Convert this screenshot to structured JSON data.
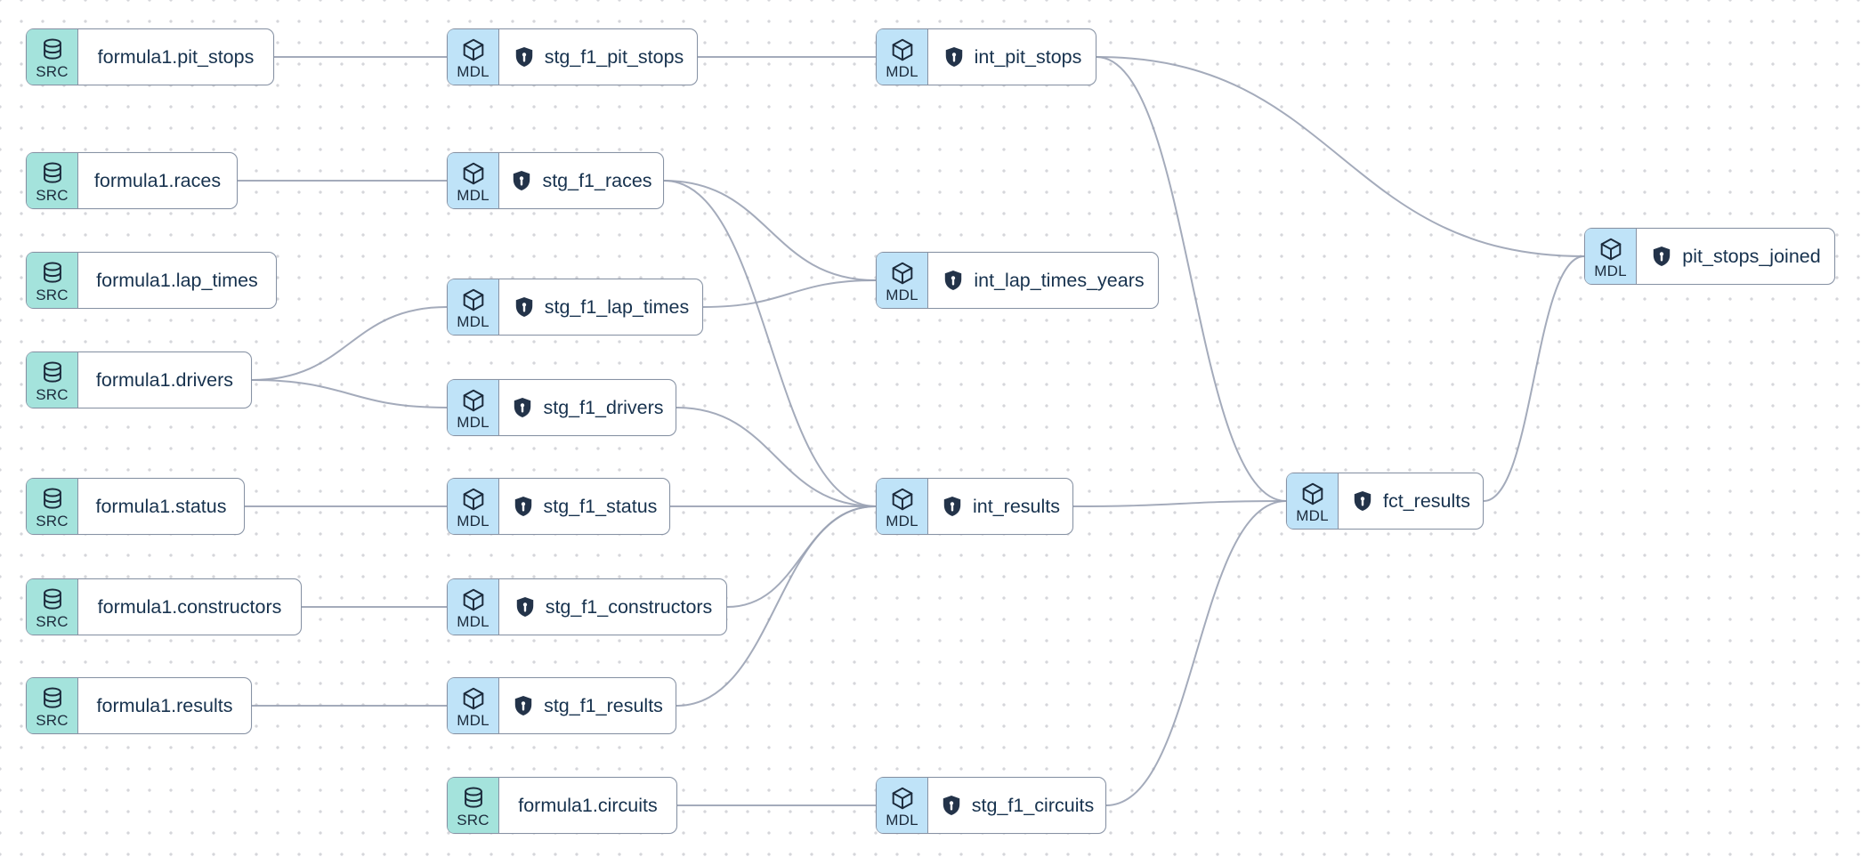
{
  "app": {
    "view_name": "model lineage graph",
    "project": "formula1 dbt pipeline"
  },
  "colors": {
    "source_badge": "#a4e3dc",
    "model_badge": "#bfe3f8",
    "node_border": "#8792a4",
    "edge": "#9aa2b4",
    "label_text": "#17324e",
    "canvas_background": "#ffffff",
    "canvas_dot": "#d5d6da"
  },
  "node_types": {
    "source": {
      "badge": "SRC",
      "icon": "database-icon"
    },
    "model": {
      "badge": "MDL",
      "icon": "cube-icon"
    }
  },
  "nodes": [
    {
      "id": "formula1.pit_stops",
      "type": "source",
      "label": "formula1.pit_stops",
      "shield": false
    },
    {
      "id": "formula1.races",
      "type": "source",
      "label": "formula1.races",
      "shield": false
    },
    {
      "id": "formula1.lap_times",
      "type": "source",
      "label": "formula1.lap_times",
      "shield": false
    },
    {
      "id": "formula1.drivers",
      "type": "source",
      "label": "formula1.drivers",
      "shield": false
    },
    {
      "id": "formula1.status",
      "type": "source",
      "label": "formula1.status",
      "shield": false
    },
    {
      "id": "formula1.constructors",
      "type": "source",
      "label": "formula1.constructors",
      "shield": false
    },
    {
      "id": "formula1.results",
      "type": "source",
      "label": "formula1.results",
      "shield": false
    },
    {
      "id": "formula1.circuits",
      "type": "source",
      "label": "formula1.circuits",
      "shield": false
    },
    {
      "id": "stg_f1_pit_stops",
      "type": "model",
      "label": "stg_f1_pit_stops",
      "shield": true
    },
    {
      "id": "stg_f1_races",
      "type": "model",
      "label": "stg_f1_races",
      "shield": true
    },
    {
      "id": "stg_f1_lap_times",
      "type": "model",
      "label": "stg_f1_lap_times",
      "shield": true
    },
    {
      "id": "stg_f1_drivers",
      "type": "model",
      "label": "stg_f1_drivers",
      "shield": true
    },
    {
      "id": "stg_f1_status",
      "type": "model",
      "label": "stg_f1_status",
      "shield": true
    },
    {
      "id": "stg_f1_constructors",
      "type": "model",
      "label": "stg_f1_constructors",
      "shield": true
    },
    {
      "id": "stg_f1_results",
      "type": "model",
      "label": "stg_f1_results",
      "shield": true
    },
    {
      "id": "stg_f1_circuits",
      "type": "model",
      "label": "stg_f1_circuits",
      "shield": true
    },
    {
      "id": "int_pit_stops",
      "type": "model",
      "label": "int_pit_stops",
      "shield": true
    },
    {
      "id": "int_lap_times_years",
      "type": "model",
      "label": "int_lap_times_years",
      "shield": true
    },
    {
      "id": "int_results",
      "type": "model",
      "label": "int_results",
      "shield": true
    },
    {
      "id": "fct_results",
      "type": "model",
      "label": "fct_results",
      "shield": true
    },
    {
      "id": "pit_stops_joined",
      "type": "model",
      "label": "pit_stops_joined",
      "shield": true
    }
  ],
  "edges": [
    [
      "formula1.pit_stops",
      "stg_f1_pit_stops"
    ],
    [
      "stg_f1_pit_stops",
      "int_pit_stops"
    ],
    [
      "int_pit_stops",
      "pit_stops_joined"
    ],
    [
      "int_pit_stops",
      "fct_results"
    ],
    [
      "formula1.races",
      "stg_f1_races"
    ],
    [
      "stg_f1_races",
      "int_lap_times_years"
    ],
    [
      "stg_f1_races",
      "int_results"
    ],
    [
      "formula1.drivers",
      "stg_f1_lap_times"
    ],
    [
      "formula1.drivers",
      "stg_f1_drivers"
    ],
    [
      "stg_f1_lap_times",
      "int_lap_times_years"
    ],
    [
      "stg_f1_drivers",
      "int_results"
    ],
    [
      "formula1.status",
      "stg_f1_status"
    ],
    [
      "stg_f1_status",
      "int_results"
    ],
    [
      "formula1.constructors",
      "stg_f1_constructors"
    ],
    [
      "stg_f1_constructors",
      "int_results"
    ],
    [
      "formula1.results",
      "stg_f1_results"
    ],
    [
      "stg_f1_results",
      "int_results"
    ],
    [
      "formula1.circuits",
      "stg_f1_circuits"
    ],
    [
      "stg_f1_circuits",
      "fct_results"
    ],
    [
      "int_results",
      "fct_results"
    ],
    [
      "fct_results",
      "pit_stops_joined"
    ]
  ]
}
